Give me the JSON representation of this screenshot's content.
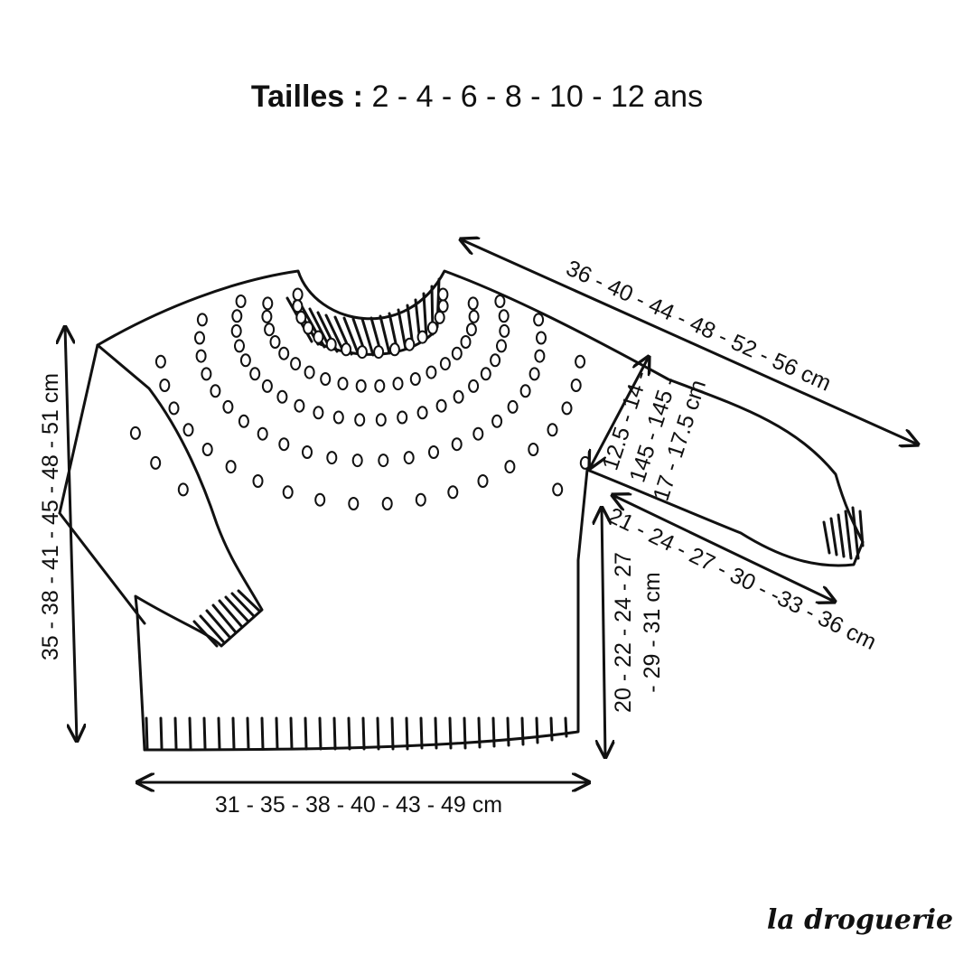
{
  "title": {
    "label": "Tailles :",
    "sizes": "2 - 4 - 6 - 8 - 10 - 12 ans"
  },
  "measurements": {
    "body_length": "35 - 38 - 41 - 45 - 48 - 51 cm",
    "sleeve_length": "36 - 40 - 44 - 48 - 52 - 56 cm",
    "armhole_line1": "12.5 - 14 -",
    "armhole_line2": "145 - 145 -",
    "armhole_line3": "17 - 17.5 cm",
    "sleeve_width": "21 - 24 - 27 - 30 - -33 - 36 cm",
    "side_length_line1": "20 - 22 - 24 - 27",
    "side_length_line2": "- 29 - 31 cm",
    "width": "31 - 35 - 38 - 40 - 43 - 49 cm"
  },
  "brand": "la droguerie"
}
